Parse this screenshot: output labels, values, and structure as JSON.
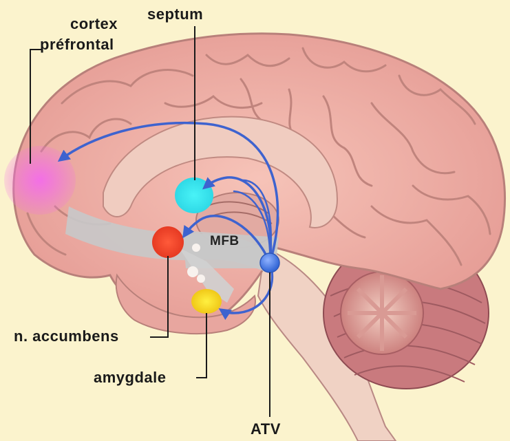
{
  "labels": {
    "cortex_line1": "cortex",
    "cortex_line2": "préfrontal",
    "septum": "septum",
    "mfb": "MFB",
    "accumbens": "n. accumbens",
    "amygdale": "amygdale",
    "atv": "ATV"
  },
  "colors": {
    "background": "#fbf3cd",
    "brain_tissue": "#eba8a0",
    "prefrontal_cortex": "#f06be0",
    "septum": "#35e6ee",
    "nucleus_accumbens": "#f0452d",
    "amygdala": "#f5d821",
    "atv": "#4a7fe0",
    "pathways": "#4a6fd8",
    "mfb_tract": "#c8c8c8"
  }
}
